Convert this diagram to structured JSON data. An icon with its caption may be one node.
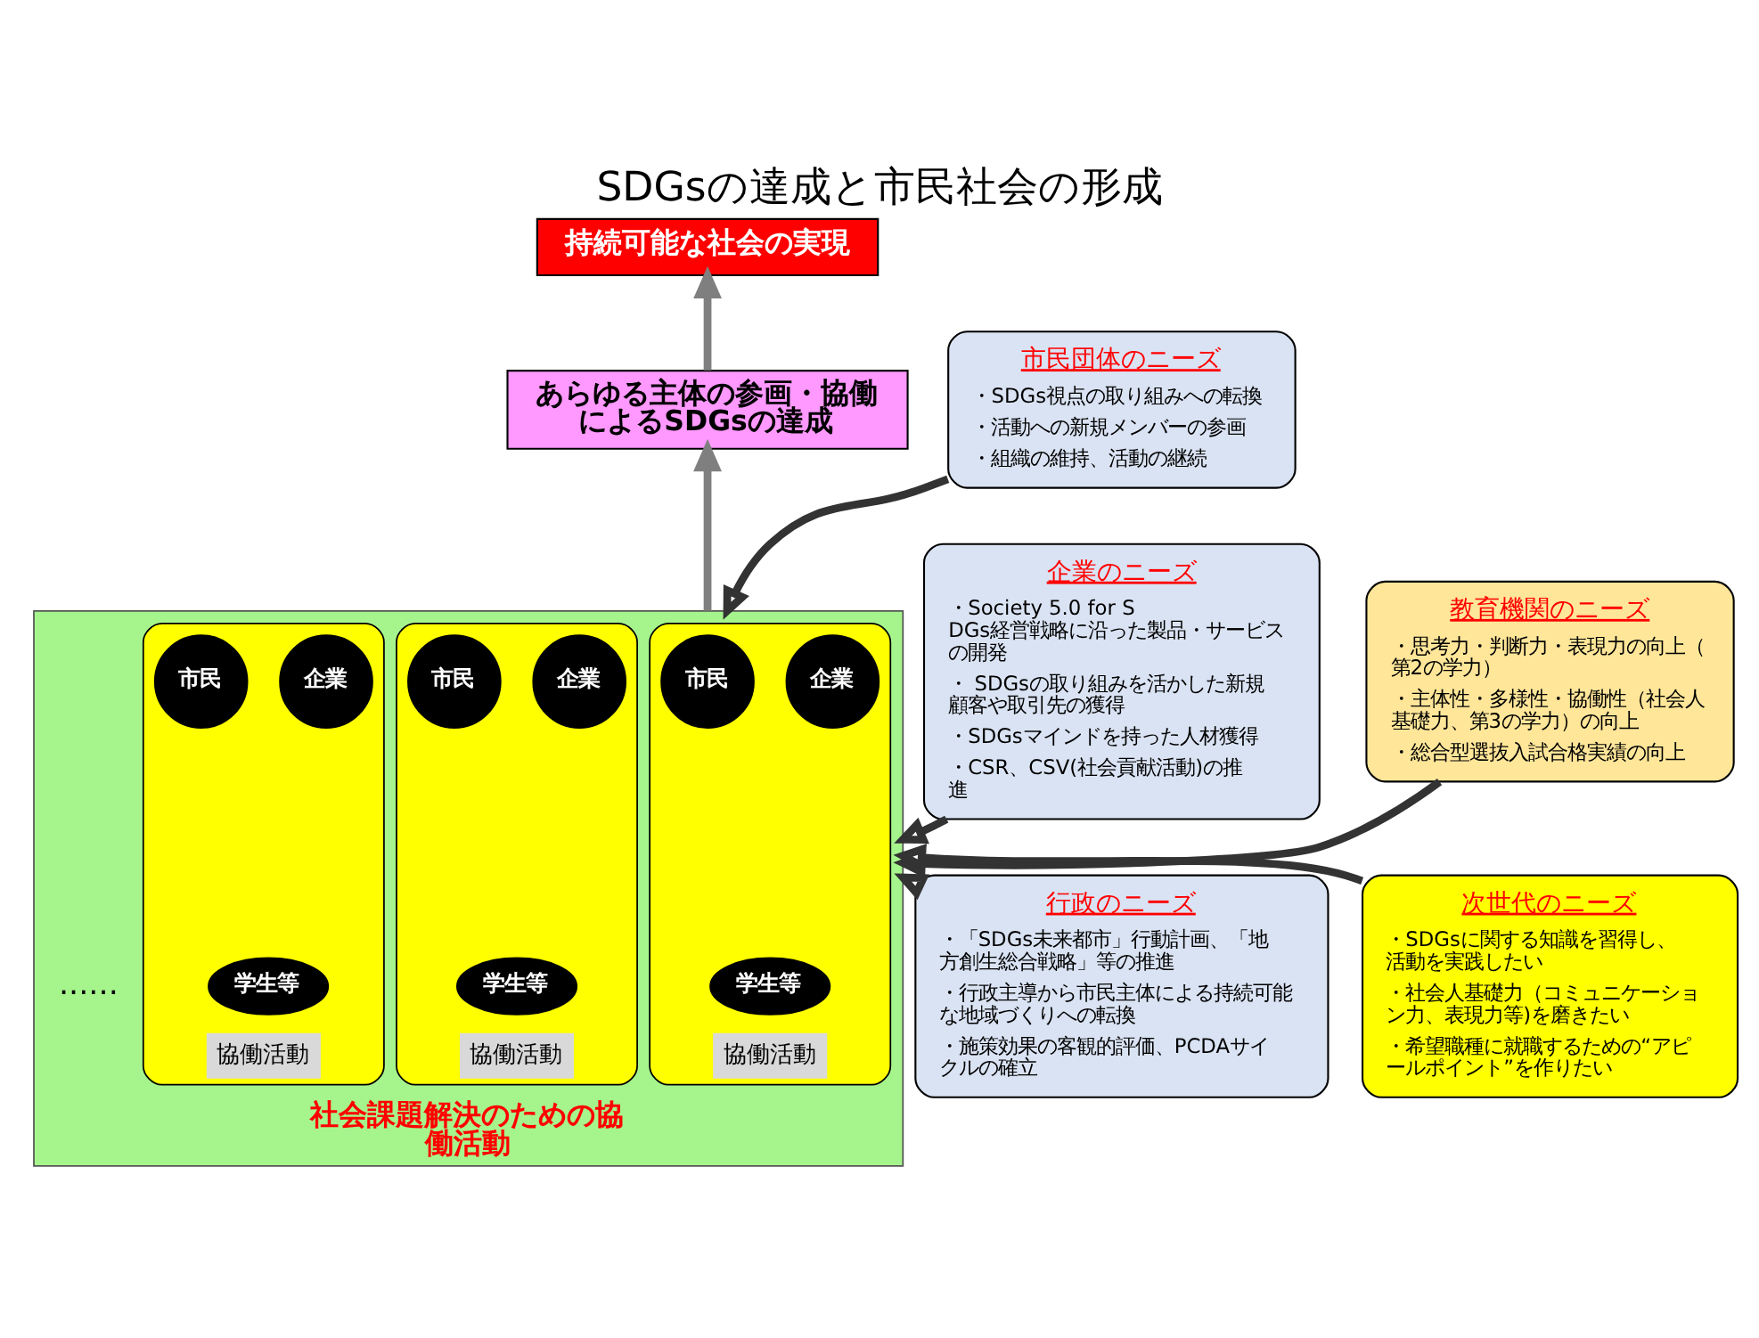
{
  "diagram": {
    "title": "SDGsの達成と市民社会の形成",
    "nodes": [
      {
        "text": [
          "持続可能な社会の実現"
        ]
      },
      {
        "text": [
          "あらゆる主体の参画・協働によるSDGsの達成"
        ]
      },
      {
        "text": [
          "市民団体のニーズ",
          "・SDGs視点の取り組みへの転換",
          "・活動への新規メンバーの参画",
          "・組織の維持、活動の継続"
        ]
      },
      {
        "text": [
          "教育機関のニーズ",
          "・思考力・判断力・表現力の向上（第2の学力）",
          "・主体性・多様性・協働性（社会人基礎力、第3の学力）の向上",
          "・総合型選抜入試合格実績の向上"
        ]
      },
      {
        "text": [
          "社会課題解決のための協働活動"
        ]
      },
      {
        "text": [
          "協働活動"
        ],
        "in": 4
      },
      {
        "text": [
          "市民"
        ],
        "in": 5
      },
      {
        "text": [
          "企業"
        ],
        "in": 5
      },
      {
        "text": [
          "学生等"
        ],
        "in": 5
      },
      {
        "text": [
          "協働活動"
        ],
        "in": 4
      },
      {
        "text": [
          "市民"
        ],
        "in": 9
      },
      {
        "text": [
          "企業"
        ],
        "in": 9
      },
      {
        "text": [
          "学生等"
        ],
        "in": 9
      },
      {
        "text": [
          "協働活動"
        ],
        "in": 4
      },
      {
        "text": [
          "市民"
        ],
        "in": 13
      },
      {
        "text": [
          "企業"
        ],
        "in": 13
      },
      {
        "text": [
          "学生等"
        ],
        "in": 13
      },
      {
        "text": [
          "企業のニーズ",
          "・Society 5.0 for SDGs経営戦略に沿った製品・サービスの開発",
          "・ SDGsの取り組みを活かした新規顧客や取引先の獲得",
          "・SDGsマインドを持った人材獲得",
          "・CSR、CSV(社会貢献活動)の推進"
        ]
      },
      {
        "text": [
          "次世代のニーズ",
          "・SDGsに関する知識を習得し、活動を実践したい",
          "・社会人基礎力（コミュニケーション力、表現力等)を磨きたい",
          "・希望職種に就職するための“アピールポイント”を作りたい"
        ]
      },
      {
        "text": [
          "行政のニーズ",
          "・「SDGs未来都市」行動計画、「地方創生総合戦略」等の推進",
          "・行政主導から市民主体による持続可能な地域づくりへの転換",
          "・施策効果の客観的評価、PCDAサイクルの確立"
        ]
      }
    ],
    "edges": [
      {
        "from": 4,
        "to": 1,
        "arrow": "to",
        "color": "#7f7f7f"
      },
      {
        "from": 1,
        "to": 0,
        "arrow": "to",
        "color": "#7f7f7f"
      },
      {
        "from": 2,
        "to": 4,
        "arrow": "to"
      },
      {
        "from": 17,
        "to": 4,
        "arrow": "to"
      },
      {
        "from": 19,
        "to": 4,
        "arrow": "to"
      },
      {
        "from": 3,
        "to": 4,
        "arrow": "to"
      },
      {
        "from": 18,
        "to": 4,
        "arrow": "to"
      }
    ],
    "labels": [
      "......"
    ]
  }
}
